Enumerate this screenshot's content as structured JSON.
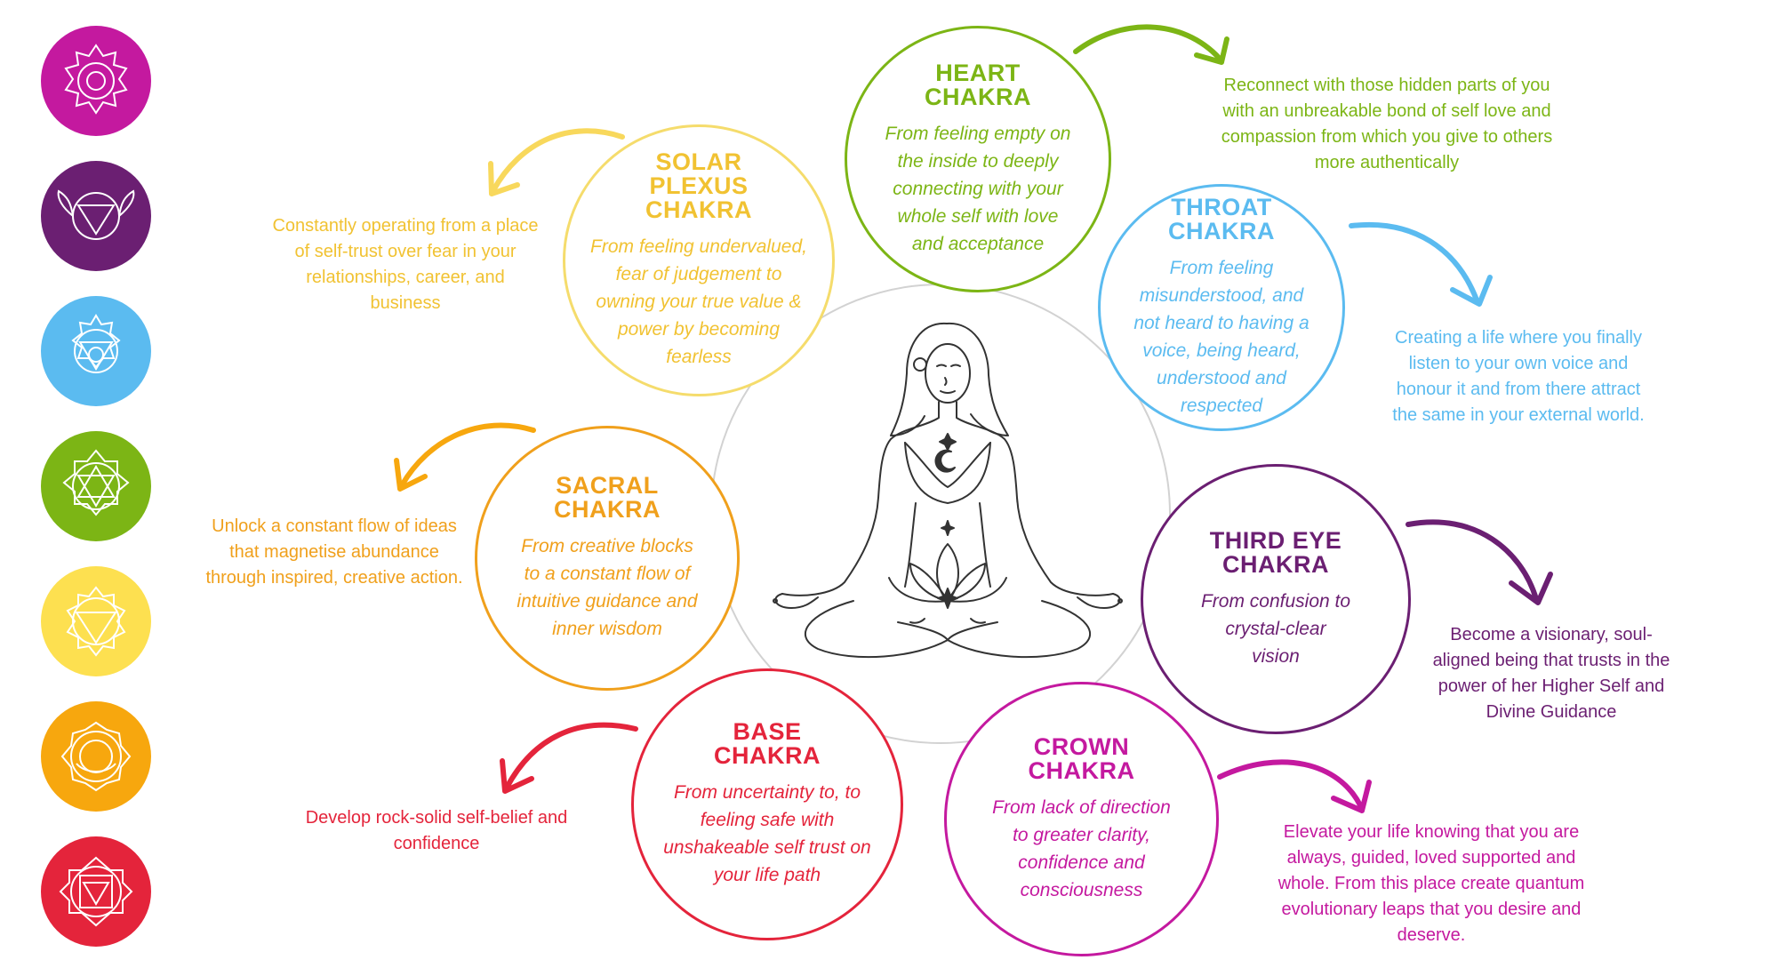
{
  "icons": [
    {
      "name": "crown-chakra-symbol-icon",
      "color": "#c4199f"
    },
    {
      "name": "third-eye-chakra-symbol-icon",
      "color": "#6b1f72"
    },
    {
      "name": "throat-chakra-symbol-icon",
      "color": "#5bbbf0"
    },
    {
      "name": "heart-chakra-symbol-icon",
      "color": "#7cb515"
    },
    {
      "name": "solar-plexus-chakra-symbol-icon",
      "color": "#fde050"
    },
    {
      "name": "sacral-chakra-symbol-icon",
      "color": "#f7a70e"
    },
    {
      "name": "root-chakra-symbol-icon",
      "color": "#e4243b"
    }
  ],
  "chakras": {
    "heart": {
      "title_line1": "HEART",
      "title_line2": "CHAKRA",
      "from": "From feeling empty on the inside to deeply connecting with your whole self with love and acceptance",
      "outcome": "Reconnect with those hidden parts of you with an unbreakable bond of self love and compassion from which you give to others more authentically",
      "color": "#7cb515"
    },
    "solar_plexus": {
      "title_line1": "SOLAR",
      "title_line2": "PLEXUS",
      "title_line3": "CHAKRA",
      "from": "From feeling  undervalued, fear of judgement to owning your true value & power by becoming fearless",
      "outcome": "Constantly operating from a place of self-trust over fear in your relationships, career, and business",
      "color": "#f5cd48"
    },
    "throat": {
      "title_line1": "THROAT",
      "title_line2": "CHAKRA",
      "from": "From feeling misunderstood, and not heard to having a voice, being heard, understood and respected",
      "outcome": "Creating a life where you finally listen to your own voice and honour it and from there attract the same in your external world.",
      "color": "#5bbbf0"
    },
    "sacral": {
      "title_line1": "SACRAL",
      "title_line2": "CHAKRA",
      "from": "From creative blocks to a constant flow of intuitive guidance and inner wisdom",
      "outcome": "Unlock a constant flow of ideas that magnetise abundance through inspired, creative action.",
      "color": "#f0a01c"
    },
    "third_eye": {
      "title_line1": "THIRD EYE",
      "title_line2": "CHAKRA",
      "from": "From confusion to crystal-clear vision",
      "outcome": "Become a visionary, soul-aligned being that trusts in the power of her Higher Self and Divine Guidance",
      "color": "#6b1f72"
    },
    "base": {
      "title_line1": "BASE",
      "title_line2": "CHAKRA",
      "from": "From uncertainty to, to feeling safe with unshakeable self trust on your life path",
      "outcome": "Develop rock-solid self-belief and confidence",
      "color": "#e4243b"
    },
    "crown": {
      "title_line1": "CROWN",
      "title_line2": "CHAKRA",
      "from": "From lack of direction to greater clarity, confidence and consciousness",
      "outcome": "Elevate your life knowing that you are always, guided, loved supported and whole. From this place create quantum evolutionary leaps that you desire and deserve.",
      "color": "#c4199f"
    }
  },
  "center_illustration": "meditating-woman-lotus-pose-icon"
}
